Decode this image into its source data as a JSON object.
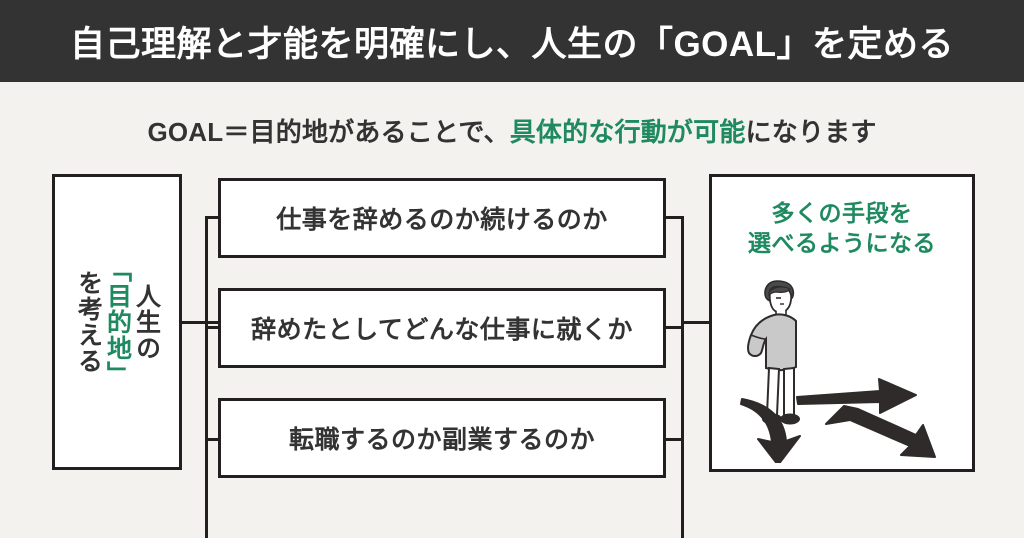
{
  "header": {
    "title": "自己理解と才能を明確にし、人生の「GOAL」を定める",
    "background_color": "#333333",
    "text_color": "#ffffff"
  },
  "subtitle": {
    "prefix": "GOAL＝目的地があることで、",
    "accent": "具体的な行動が可能",
    "suffix": "になります",
    "accent_color": "#1f8a60"
  },
  "left_panel": {
    "column_1": "人生の",
    "column_2": "「目的地」",
    "column_3": "を考える",
    "accent_column": "column_2",
    "accent_color": "#1f8a60"
  },
  "middle_boxes": [
    {
      "label": "仕事を辞めるのか続けるのか"
    },
    {
      "label": "辞めたとしてどんな仕事に就くか"
    },
    {
      "label": "転職するのか副業するのか"
    }
  ],
  "right_panel": {
    "caption_line_1": "多くの手段を",
    "caption_line_2": "選べるようになる",
    "caption_color": "#1f8a60",
    "illustration": {
      "name": "person-at-crossroads-illustration",
      "person_shirt_color": "#c9c9c9",
      "arrow_color": "#2f2b2a",
      "arrow_directions": [
        "up-right",
        "down-right",
        "down"
      ]
    }
  },
  "theme": {
    "page_background": "#f4f2ee",
    "box_background": "#ffffff",
    "border_color": "#231f20",
    "text_color": "#333333",
    "accent_color": "#1f8a60"
  }
}
